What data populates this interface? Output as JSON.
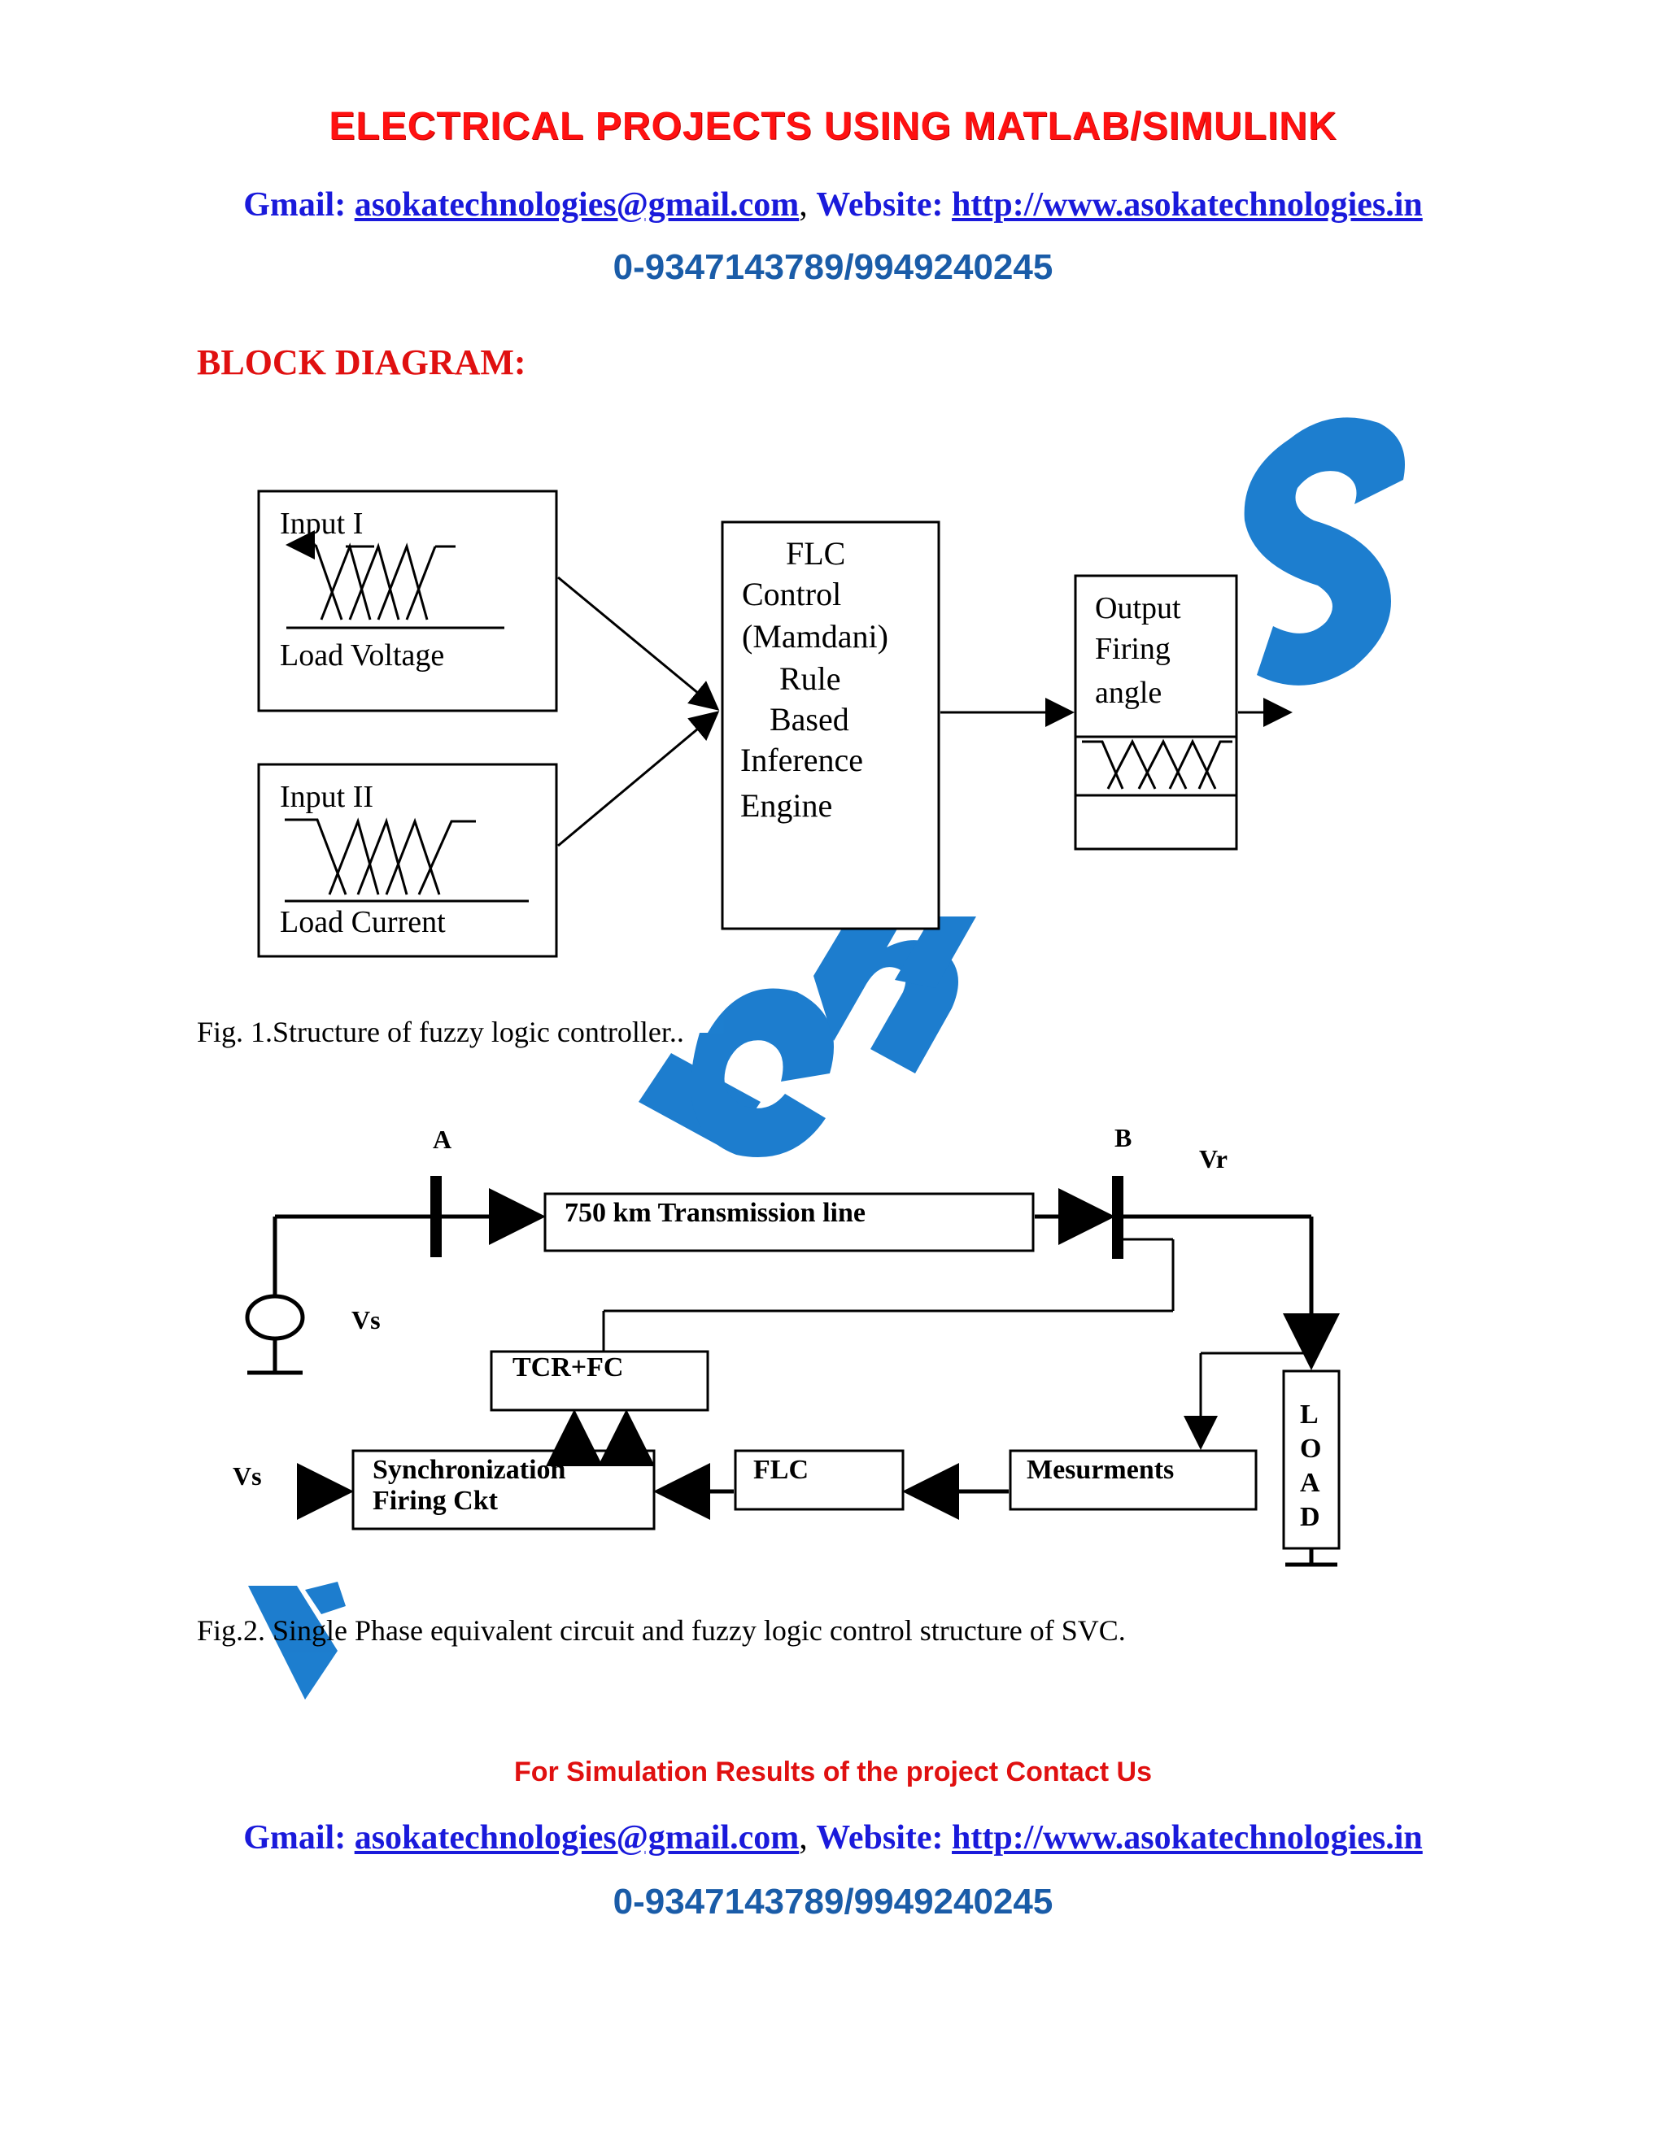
{
  "header": {
    "title": "ELECTRICAL PROJECTS USING MATLAB/SIMULINK",
    "gmail_label": "Gmail:",
    "email": "asokatechnologies@gmail.com",
    "separator": ", ",
    "website_label": "Website:",
    "website": "http://www.asokatechnologies.in",
    "phone": "0-9347143789/9949240245"
  },
  "section": {
    "heading": "BLOCK DIAGRAM:"
  },
  "figure1": {
    "caption": "Fig. 1.Structure of fuzzy logic controller..",
    "input1": {
      "title": "Input I",
      "subtitle": "Load Voltage"
    },
    "input2": {
      "title": "Input II",
      "subtitle": "Load Current"
    },
    "flc_lines": [
      "FLC",
      "Control",
      "(Mamdani)",
      "Rule",
      "Based",
      "Inference",
      "Engine"
    ],
    "output_lines": [
      "Output",
      "Firing",
      "angle"
    ]
  },
  "figure2": {
    "caption": "Fig.2. Single Phase equivalent circuit and fuzzy logic control structure of SVC.",
    "bus_a": "A",
    "bus_b": "B",
    "vr": "Vr",
    "vs_source": "Vs",
    "vs_input": "Vs",
    "transmission_line": "750 km Transmission line",
    "tcr_fc": "TCR+FC",
    "sync_lines": [
      "Synchronization",
      "Firing  Ckt"
    ],
    "flc": "FLC",
    "measurements": "Mesurments",
    "load_letters": [
      "L",
      "O",
      "A",
      "D"
    ]
  },
  "footer": {
    "note": "For Simulation Results of the project Contact Us",
    "gmail_label": "Gmail:",
    "email": "asokatechnologies@gmail.com",
    "separator": ", ",
    "website_label": "Website:",
    "website": "http://www.asokatechnologies.in",
    "phone": "0-9347143789/9949240245"
  },
  "colors": {
    "title_red": "#ff1111",
    "link_blue": "#1a1adb",
    "phone_blue": "#1a5ca8",
    "watermark_blue": "#1177cc"
  }
}
